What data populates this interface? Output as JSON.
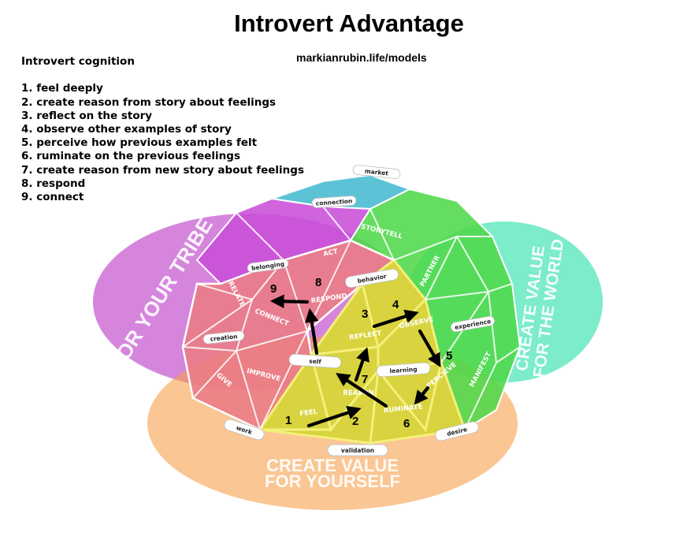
{
  "title": "Introvert Advantage",
  "link": "markianrubin.life/models",
  "steps_heading": "Introvert cognition",
  "steps": [
    "1. feel deeply",
    "2. create reason from story about feelings",
    "3. reflect on the story",
    "4. observe other examples of story",
    "5. perceive how previous examples felt",
    "6. ruminate on the previous feelings",
    "7. create reason from new story about feelings",
    "8. respond",
    "9. connect"
  ],
  "zones": {
    "left": "FOR YOUR TRIBE",
    "right_line1": "CREATE VALUE",
    "right_line2": "FOR THE WORLD",
    "bottom_line1": "CREATE VALUE",
    "bottom_line2": "FOR YOURSELF"
  },
  "colors": {
    "yellow": "#e8e04a",
    "red": "#ea7c86",
    "green": "#4fd84a",
    "magenta": "#c84fd8",
    "cyan": "#3fb8d0",
    "zone_left": "#c558cf",
    "zone_right": "#3ee3b3",
    "zone_bottom": "#f6a04c",
    "arrow": "#000000"
  },
  "pills": {
    "self": "self",
    "learning": "learning",
    "behavior": "behavior",
    "work": "work",
    "validation": "validation",
    "desire": "desire",
    "creation": "creation",
    "experience": "experience",
    "market": "market",
    "belonging": "belonging",
    "connection": "connection"
  },
  "facets": {
    "feel": "FEEL",
    "reason": "REASON",
    "reflect": "REFLECT",
    "observe": "OBSERVE",
    "percieve": "PERCIEVE",
    "ruminate": "RUMINATE",
    "respond": "RESPOND",
    "connect": "CONNECT",
    "improve": "IMPROVE",
    "give": "GIVE",
    "relate": "RELATE",
    "act": "ACT",
    "partner": "PARTNER",
    "manifest": "MANIFEST",
    "storytell": "STORYTELL"
  },
  "step_numbers": [
    "1",
    "2",
    "3",
    "4",
    "5",
    "6",
    "7",
    "8",
    "9"
  ]
}
